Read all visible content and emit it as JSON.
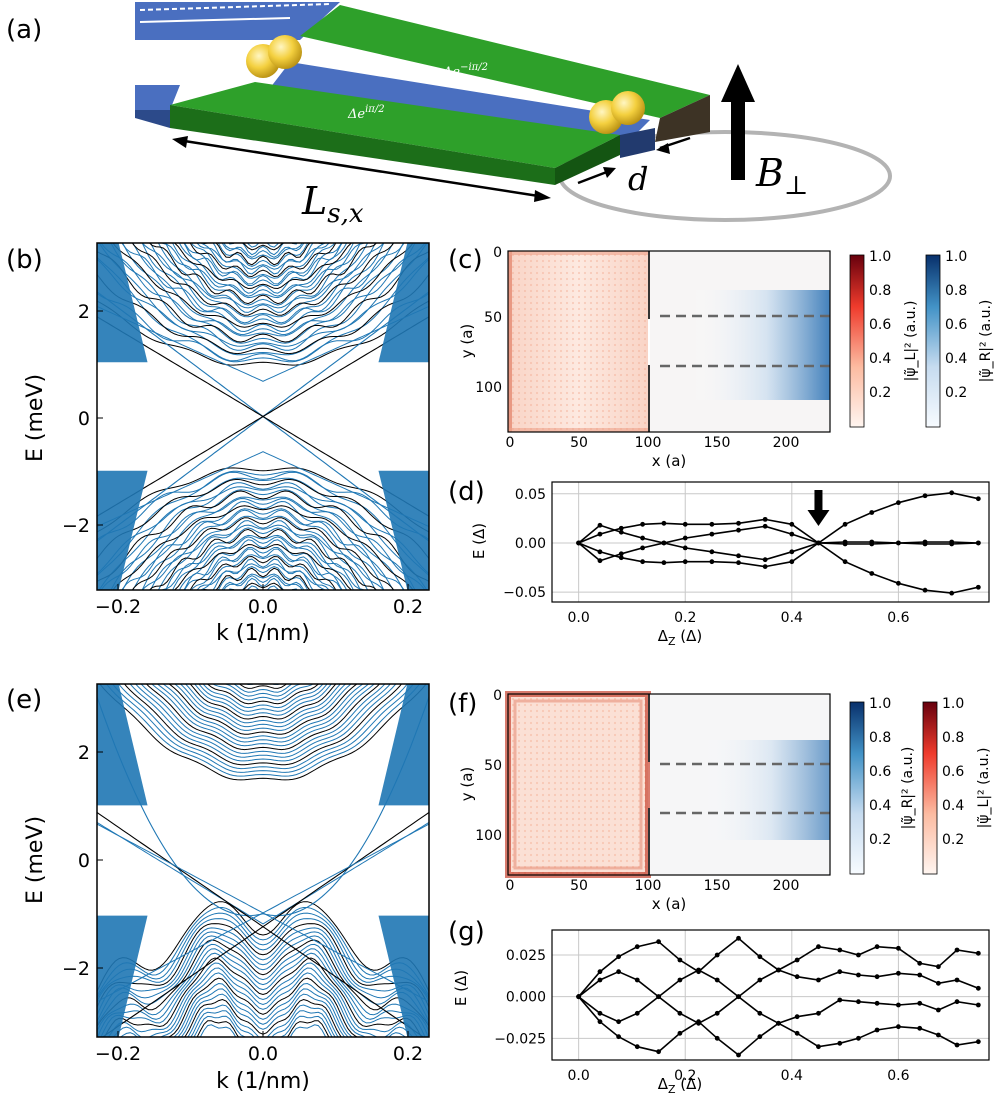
{
  "panel_labels": {
    "a": "(a)",
    "b": "(b)",
    "c": "(c)",
    "d": "(d)",
    "e": "(e)",
    "f": "(f)",
    "g": "(g)"
  },
  "schematic": {
    "label_L": "L",
    "label_L_sub": "s,x",
    "label_d": "d",
    "label_B": "B",
    "label_B_sub": "⊥",
    "phase_top": "Δe",
    "phase_top_sup": "−iπ/2",
    "phase_bottom": "Δe",
    "phase_bottom_sup": "iπ/2",
    "colors": {
      "superconductor": "#2ea02a",
      "normal": "#4a6fc0",
      "sphere": "#f4d03f",
      "edge": "#1c6e19"
    }
  },
  "band_axes": {
    "xlabel": "k (1/nm)",
    "ylabel": "E (meV)",
    "xticks": [
      "−0.2",
      "0.0",
      "0.2"
    ],
    "yticks": [
      "2",
      "0",
      "−2"
    ],
    "colors": {
      "blue": "#1f77b4",
      "black": "#000000"
    }
  },
  "map_axes": {
    "xlabel": "x (a)",
    "ylabel": "y (a)",
    "xticks": [
      "0",
      "50",
      "100",
      "150",
      "200"
    ],
    "yticks": [
      "0",
      "50",
      "100"
    ],
    "cb_ticks": [
      "1.0",
      "0.8",
      "0.6",
      "0.4",
      "0.2"
    ],
    "cb_label_L": "|ψ̃_L|² (a.u.)",
    "cb_label_R": "|ψ̃_R|² (a.u.)",
    "colors": {
      "red": "#d7301f",
      "blue": "#2166ac"
    }
  },
  "chart_data": [
    {
      "panel": "d",
      "type": "line",
      "xlabel": "Δ_Z (Δ)",
      "ylabel": "E (Δ)",
      "xlim": [
        -0.05,
        0.77
      ],
      "ylim": [
        -0.06,
        0.062
      ],
      "xticks": [
        0.0,
        0.2,
        0.4,
        0.6
      ],
      "xticklabels": [
        "0.0",
        "0.2",
        "0.4",
        "0.6"
      ],
      "yticks": [
        0.05,
        0.0,
        -0.05
      ],
      "yticklabels": [
        "0.05",
        "0.00",
        "−0.05"
      ],
      "grid": true,
      "x": [
        0.0,
        0.04,
        0.08,
        0.12,
        0.16,
        0.2,
        0.25,
        0.3,
        0.35,
        0.4,
        0.45,
        0.5,
        0.55,
        0.6,
        0.65,
        0.7,
        0.75
      ],
      "series": [
        {
          "values": [
            0.0,
            0.018,
            0.011,
            0.005,
            0.0,
            0.005,
            0.009,
            0.013,
            0.017,
            0.009,
            0.0,
            0.019,
            0.031,
            0.041,
            0.048,
            0.051,
            0.045
          ]
        },
        {
          "values": [
            0.0,
            0.009,
            0.015,
            0.019,
            0.02,
            0.019,
            0.019,
            0.02,
            0.024,
            0.019,
            0.0,
            -0.019,
            -0.031,
            -0.041,
            -0.048,
            -0.051,
            -0.045
          ]
        },
        {
          "values": [
            0.0,
            -0.009,
            -0.015,
            -0.019,
            -0.02,
            -0.019,
            -0.019,
            -0.02,
            -0.024,
            -0.019,
            0.0,
            0.001,
            0.001,
            0.0,
            0.001,
            0.001,
            0.0
          ]
        },
        {
          "values": [
            0.0,
            -0.018,
            -0.011,
            -0.005,
            0.0,
            -0.005,
            -0.009,
            -0.013,
            -0.017,
            -0.009,
            0.0,
            -0.001,
            -0.001,
            0.0,
            -0.001,
            -0.001,
            0.0
          ]
        }
      ],
      "annotation": {
        "type": "arrow",
        "x": 0.45,
        "note": "arrow pointing down at crossing"
      }
    },
    {
      "panel": "g",
      "type": "line",
      "xlabel": "Δ_Z (Δ)",
      "ylabel": "E (Δ)",
      "xlim": [
        -0.05,
        0.77
      ],
      "ylim": [
        -0.038,
        0.04
      ],
      "xticks": [
        0.0,
        0.2,
        0.4,
        0.6
      ],
      "xticklabels": [
        "0.0",
        "0.2",
        "0.4",
        "0.6"
      ],
      "yticks": [
        0.025,
        0.0,
        -0.025
      ],
      "yticklabels": [
        "0.025",
        "0.000",
        "−0.025"
      ],
      "grid": true,
      "x": [
        0.0,
        0.04,
        0.075,
        0.11,
        0.15,
        0.19,
        0.225,
        0.26,
        0.3,
        0.34,
        0.375,
        0.41,
        0.45,
        0.49,
        0.525,
        0.56,
        0.6,
        0.64,
        0.675,
        0.71,
        0.75
      ],
      "series": [
        {
          "values": [
            0.0,
            0.015,
            0.024,
            0.03,
            0.033,
            0.022,
            0.015,
            0.025,
            0.035,
            0.024,
            0.016,
            0.022,
            0.03,
            0.028,
            0.025,
            0.03,
            0.029,
            0.02,
            0.018,
            0.028,
            0.026
          ]
        },
        {
          "values": [
            0.0,
            0.01,
            0.015,
            0.01,
            0.0,
            -0.01,
            -0.016,
            -0.01,
            0.0,
            0.01,
            0.016,
            0.012,
            0.01,
            0.015,
            0.013,
            0.012,
            0.014,
            0.013,
            0.008,
            0.01,
            0.005
          ]
        },
        {
          "values": [
            0.0,
            -0.01,
            -0.015,
            -0.01,
            0.0,
            0.01,
            0.016,
            0.01,
            0.0,
            -0.01,
            -0.016,
            -0.012,
            -0.01,
            -0.002,
            -0.003,
            -0.004,
            -0.005,
            -0.004,
            -0.008,
            -0.003,
            -0.005
          ]
        },
        {
          "values": [
            0.0,
            -0.015,
            -0.024,
            -0.03,
            -0.033,
            -0.022,
            -0.015,
            -0.025,
            -0.035,
            -0.024,
            -0.016,
            -0.022,
            -0.03,
            -0.028,
            -0.025,
            -0.02,
            -0.018,
            -0.019,
            -0.023,
            -0.029,
            -0.027
          ]
        }
      ]
    }
  ]
}
